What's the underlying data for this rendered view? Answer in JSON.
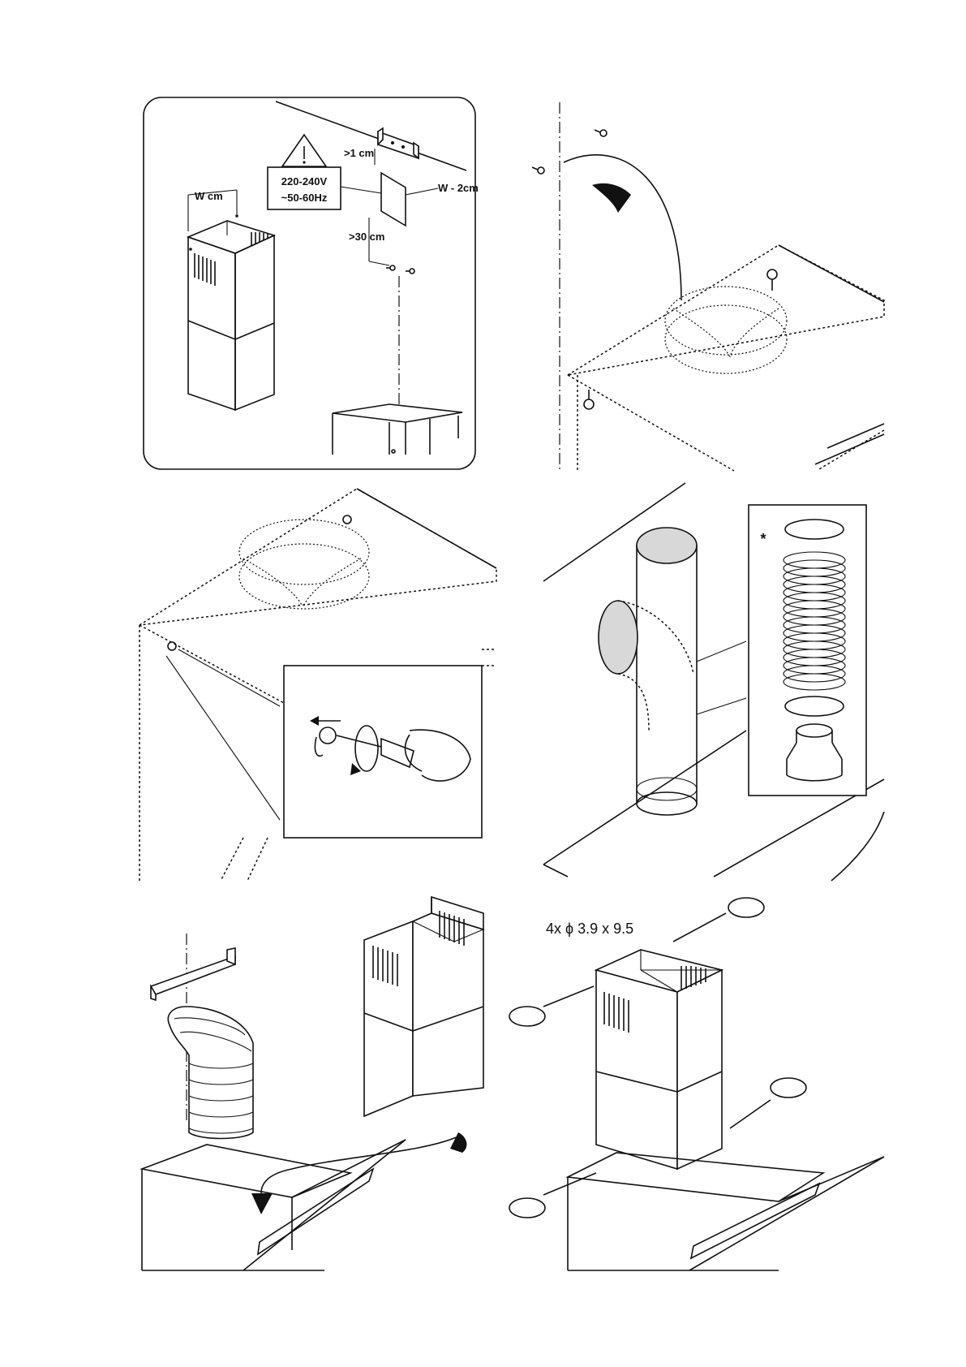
{
  "panel1": {
    "warning_voltage": "220-240V",
    "warning_frequency": "~50-60Hz",
    "label_gap_top": ">1 cm",
    "label_width_strip": "W - 2cm",
    "label_chimney_width": "W cm",
    "label_gap_bottom": ">30 cm"
  },
  "panel4": {
    "optional_marker": "*"
  },
  "panel6": {
    "screw_spec": "4x ϕ 3.9 x 9.5"
  }
}
